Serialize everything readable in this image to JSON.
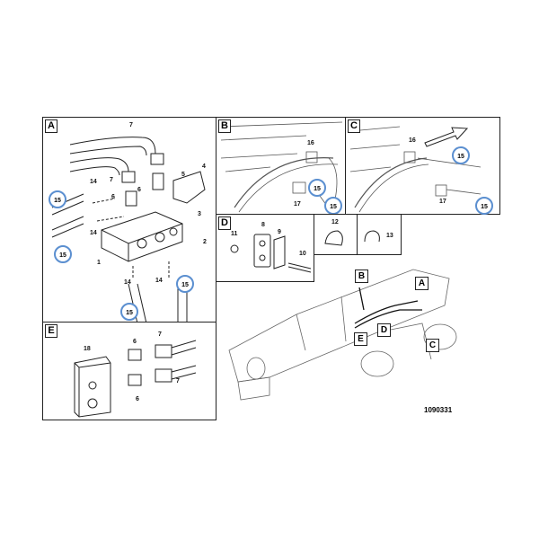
{
  "panels": {
    "A": {
      "label": "A",
      "parts": [
        "7",
        "7",
        "4",
        "5",
        "6",
        "6",
        "14",
        "14",
        "3",
        "1",
        "2",
        "14",
        "14"
      ],
      "circled": [
        "15",
        "15",
        "15",
        "15"
      ]
    },
    "B": {
      "label": "B",
      "parts": [
        "16",
        "17"
      ],
      "circled": [
        "15",
        "15"
      ]
    },
    "C": {
      "label": "C",
      "parts": [
        "16",
        "17"
      ],
      "circled": [
        "15",
        "15"
      ]
    },
    "D": {
      "label": "D",
      "parts": [
        "8",
        "9",
        "11",
        "10"
      ]
    },
    "box12": {
      "parts": [
        "12"
      ]
    },
    "box13": {
      "parts": [
        "13"
      ]
    },
    "E": {
      "label": "E",
      "parts": [
        "18",
        "6",
        "7",
        "6",
        "7"
      ]
    }
  },
  "overview_callouts": [
    "B",
    "A",
    "D",
    "E",
    "C"
  ],
  "reference_number": "1090331",
  "colors": {
    "circle": "#5b8fd0",
    "line": "#222222"
  }
}
